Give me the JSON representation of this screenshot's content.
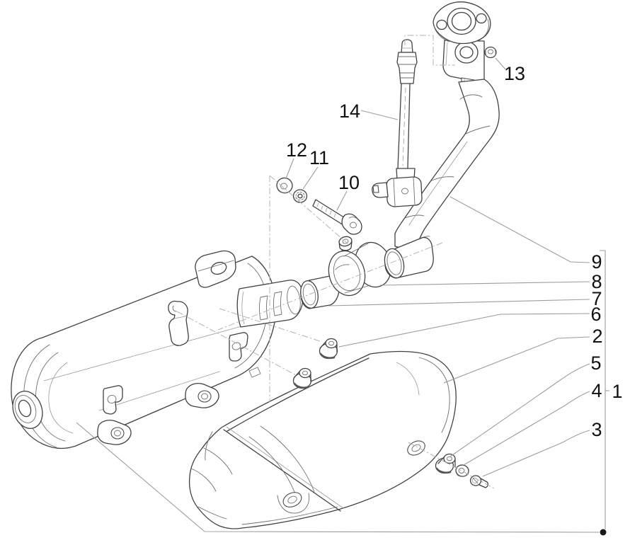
{
  "diagram": {
    "kind": "exploded-parts-diagram",
    "subject": "exhaust-muffler-assembly",
    "background": "#ffffff",
    "outline_color": "#414141",
    "leader_color": "#9d9d9d",
    "axis_color": "#b3b3b3",
    "callout_color": "#101010",
    "callouts": [
      {
        "number": "1",
        "target": "complete-exhaust-assembly"
      },
      {
        "number": "2",
        "target": "heat-shield-cover"
      },
      {
        "number": "3",
        "target": "shield-screw"
      },
      {
        "number": "4",
        "target": "shield-washer"
      },
      {
        "number": "5",
        "target": "shield-bushing"
      },
      {
        "number": "6",
        "target": "rubber-grommet"
      },
      {
        "number": "7",
        "target": "coupling-gasket-sleeve"
      },
      {
        "number": "8",
        "target": "exhaust-clamp"
      },
      {
        "number": "9",
        "target": "exhaust-header-pipe"
      },
      {
        "number": "10",
        "target": "mounting-bolt"
      },
      {
        "number": "11",
        "target": "lock-nut"
      },
      {
        "number": "12",
        "target": "washer"
      },
      {
        "number": "13",
        "target": "flange-nut"
      },
      {
        "number": "14",
        "target": "oxygen-sensor"
      }
    ]
  }
}
